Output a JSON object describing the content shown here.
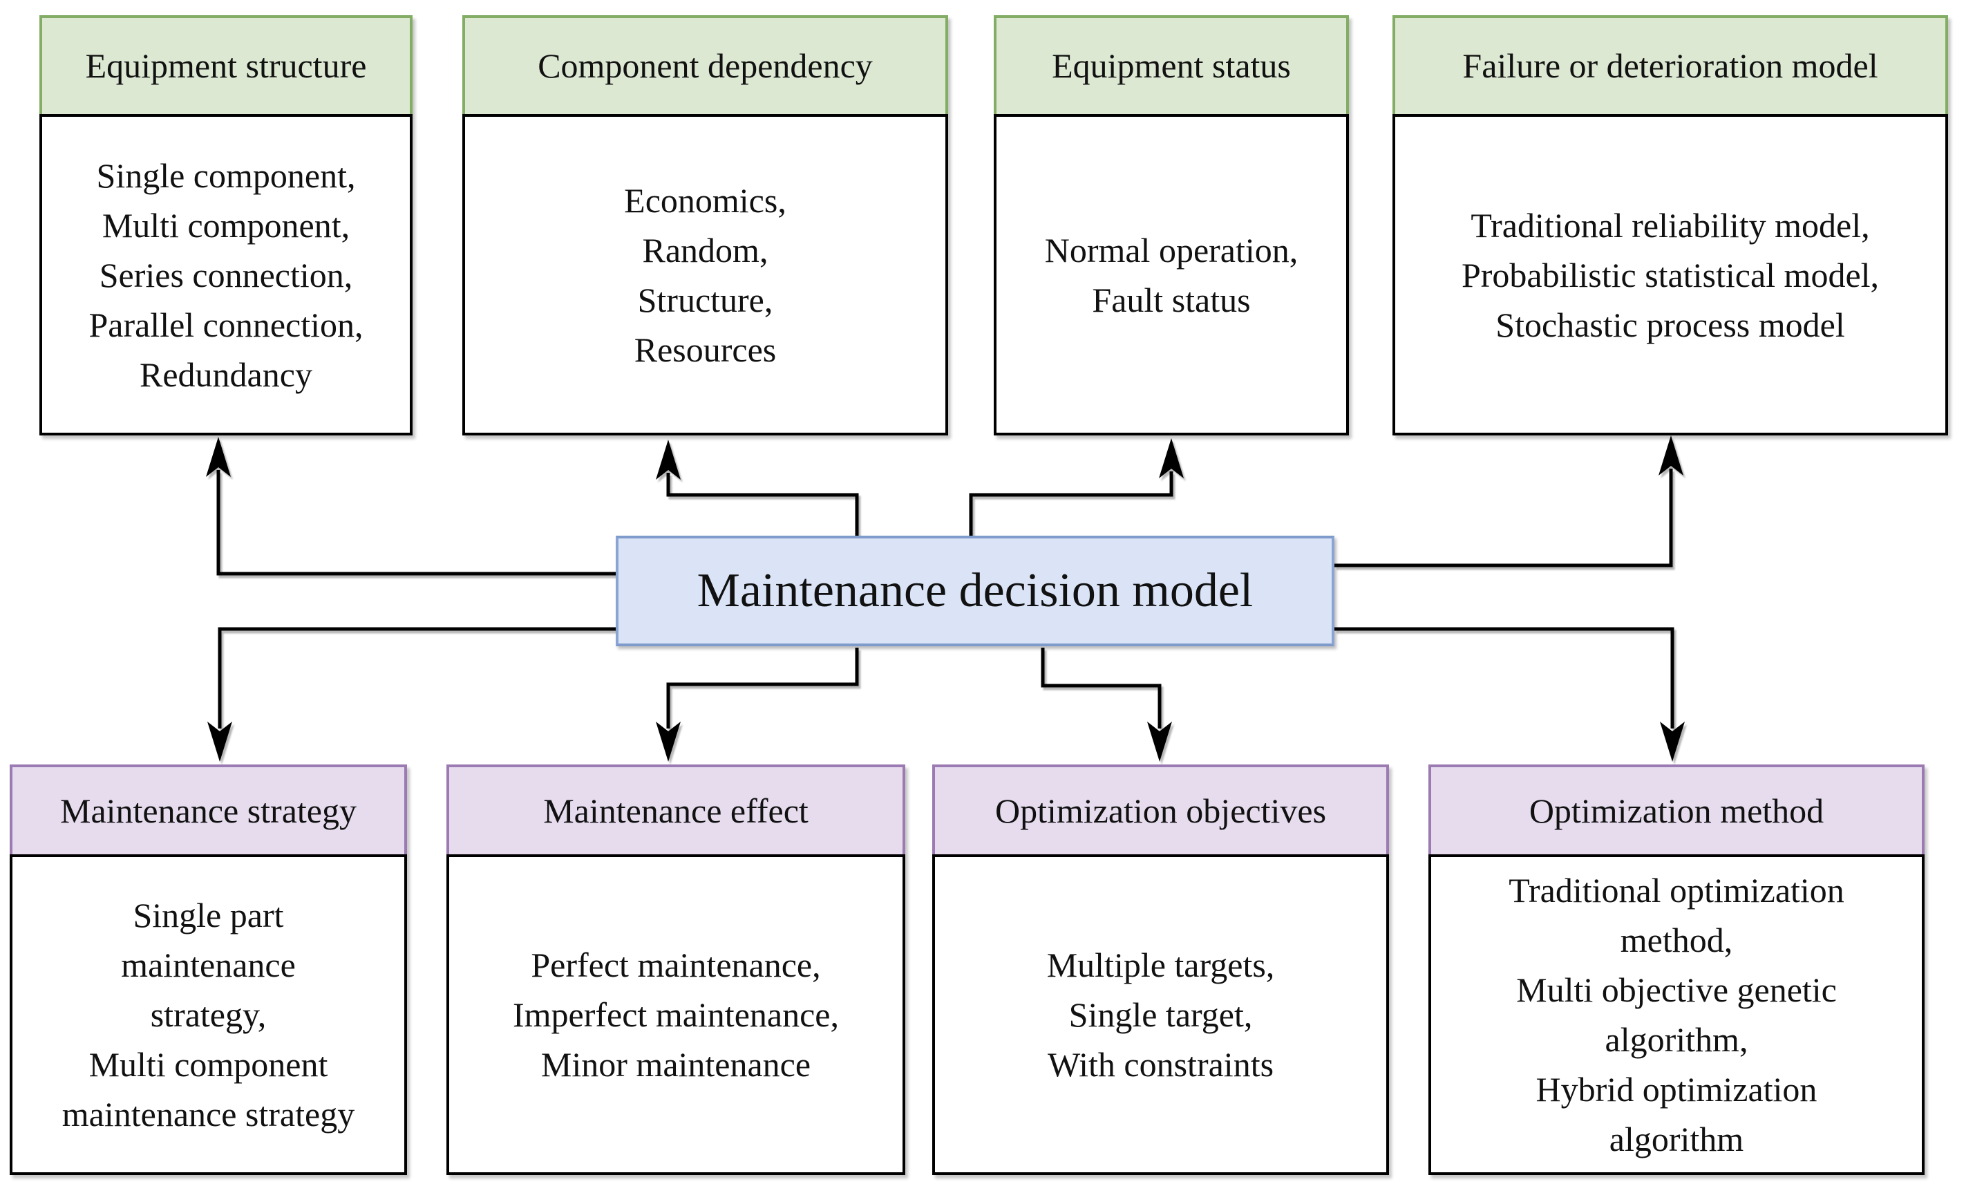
{
  "diagram": {
    "center_box": {
      "label": "Maintenance decision model"
    },
    "top_boxes": [
      {
        "title": "Equipment structure",
        "body": "Single component,\nMulti component,\nSeries connection,\nParallel connection,\nRedundancy"
      },
      {
        "title": "Component dependency",
        "body": "Economics,\nRandom,\nStructure,\nResources"
      },
      {
        "title": "Equipment status",
        "body": "Normal operation,\nFault status"
      },
      {
        "title": "Failure or deterioration model",
        "body": "Traditional reliability model,\nProbabilistic statistical model,\nStochastic process model"
      }
    ],
    "bottom_boxes": [
      {
        "title": "Maintenance strategy",
        "body": "Single part\nmaintenance\nstrategy,\nMulti component\nmaintenance strategy"
      },
      {
        "title": "Maintenance effect",
        "body": "Perfect maintenance,\nImperfect maintenance,\nMinor maintenance"
      },
      {
        "title": "Optimization objectives",
        "body": "Multiple targets,\nSingle target,\nWith constraints"
      },
      {
        "title": "Optimization method",
        "body": "Traditional optimization\nmethod,\nMulti objective genetic\nalgorithm,\nHybrid optimization\nalgorithm"
      }
    ],
    "colors": {
      "top_header_fill": "#dce8d2",
      "top_header_border": "#83ac65",
      "bottom_header_fill": "#e6dcee",
      "bottom_header_border": "#9b7bb1",
      "center_fill": "#dae4f6",
      "center_border": "#8aa5d3",
      "line": "#000000"
    }
  }
}
